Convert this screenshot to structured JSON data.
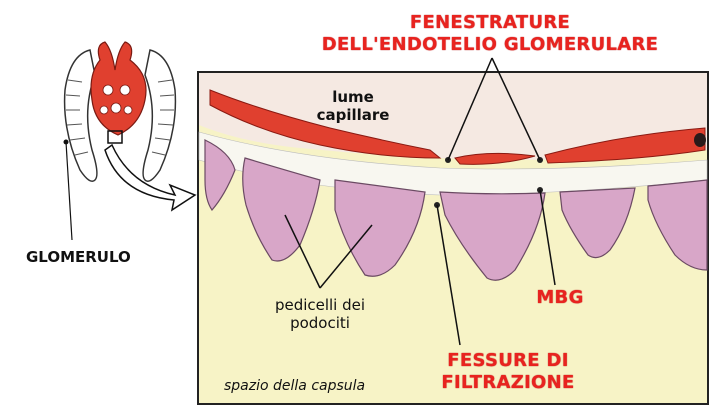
{
  "labels": {
    "fenestrature_line1": "FENESTRATURE",
    "fenestrature_line2": "DELL'ENDOTELIO GLOMERULARE",
    "lume_line1": "lume",
    "lume_line2": "capillare",
    "glomerulo": "GLOMERULO",
    "pedicelli_line1": "pedicelli dei",
    "pedicelli_line2": "podociti",
    "mbg": "MBG",
    "fessure_line1": "FESSURE DI",
    "fessure_line2": "FILTRAZIONE",
    "spazio": "spazio della capsula"
  },
  "colors": {
    "title_red": "#e8231f",
    "endothelium_red": "#e0402f",
    "podocyte_pink": "#d8a6c8",
    "capsule_yellow": "#f7f3c6",
    "membrane_white": "#f8f7f0"
  }
}
